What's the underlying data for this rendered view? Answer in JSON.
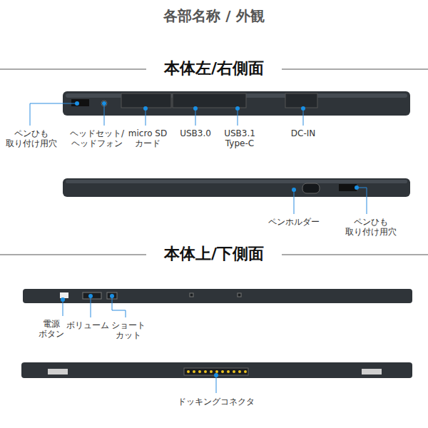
{
  "diagram": {
    "title": "各部名称 / 外観",
    "labels": [
      "本体左/右側面",
      "ペンひも 取り付け用穴",
      "ヘッドセット/ ヘッドフォン",
      "micro SD カード",
      "USB3.0",
      "USB3.1 Type-C",
      "DC-IN",
      "ペンホルダー",
      "ペンひも 取り付け用穴",
      "本体上/下側面",
      "電源 ボタン",
      "ボリューム",
      "ショート カット",
      "ドッキングコネクタ"
    ]
  }
}
